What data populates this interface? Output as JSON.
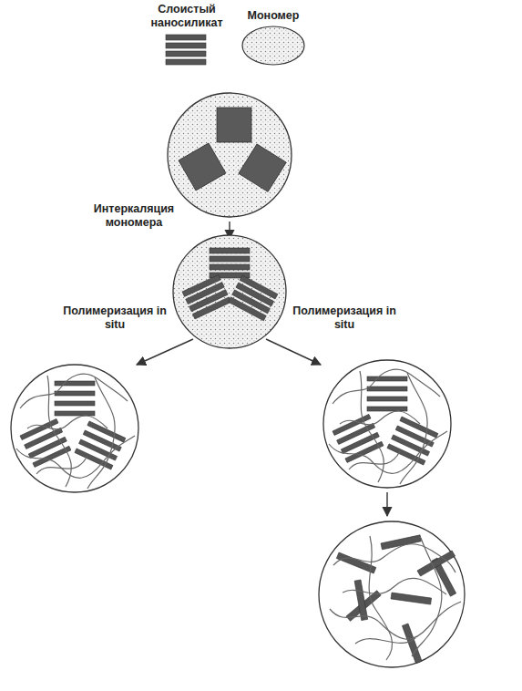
{
  "diagram": {
    "labels": [
      "Слоистый наносиликат",
      "Мономер",
      "Интеркаляция мономера",
      "Полимеризация in situ",
      "Полимеризация in situ"
    ]
  }
}
